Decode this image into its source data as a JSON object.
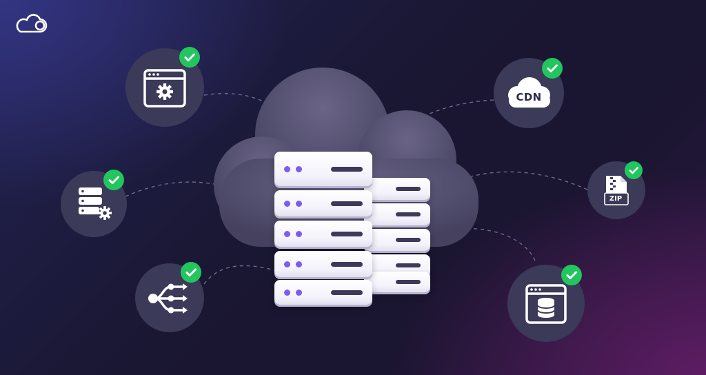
{
  "brand": {
    "logo_icon": "cloud-brand-logo-icon"
  },
  "colors": {
    "check": "#22c55e",
    "badge_bg": "#3b3a58",
    "server_led": "#7d5cf0",
    "server_slot": "#3d3a59",
    "cloud": "#5d5878"
  },
  "features": [
    {
      "icon": "browser-settings-icon"
    },
    {
      "icon": "database-settings-icon"
    },
    {
      "icon": "load-balancer-icon"
    },
    {
      "icon": "cdn-cloud-icon",
      "label": "CDN"
    },
    {
      "icon": "zip-file-icon",
      "label": "ZIP"
    },
    {
      "icon": "browser-database-icon"
    }
  ],
  "status": {
    "icon": "checkmark-icon",
    "state": "all-enabled"
  },
  "center": {
    "icon": "cloud-server-rack-icon"
  }
}
